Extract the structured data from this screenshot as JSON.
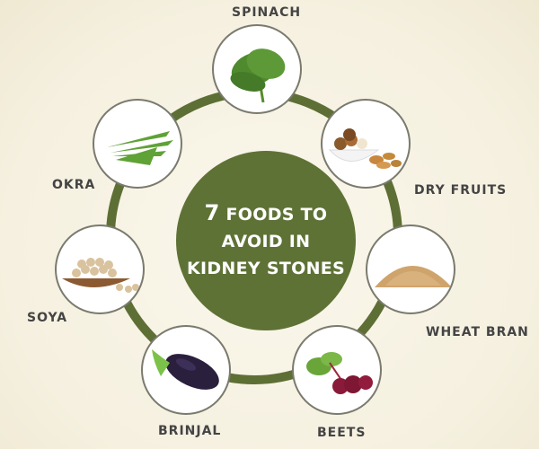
{
  "title": {
    "num": "7",
    "line1": "FOODS TO",
    "line2": "AVOID IN",
    "line3": "KIDNEY STONES"
  },
  "colors": {
    "ring": "#5d6f35",
    "center": "#5f7236",
    "background": "#f7f3e6",
    "label": "#444444"
  },
  "foods": [
    {
      "label": "SPINACH",
      "icon": "spinach-icon"
    },
    {
      "label": "DRY FRUITS",
      "icon": "dry-fruits-icon"
    },
    {
      "label": "WHEAT BRAN",
      "icon": "wheat-bran-icon"
    },
    {
      "label": "BEETS",
      "icon": "beets-icon"
    },
    {
      "label": "BRINJAL",
      "icon": "brinjal-icon"
    },
    {
      "label": "SOYA",
      "icon": "soya-icon"
    },
    {
      "label": "OKRA",
      "icon": "okra-icon"
    }
  ]
}
